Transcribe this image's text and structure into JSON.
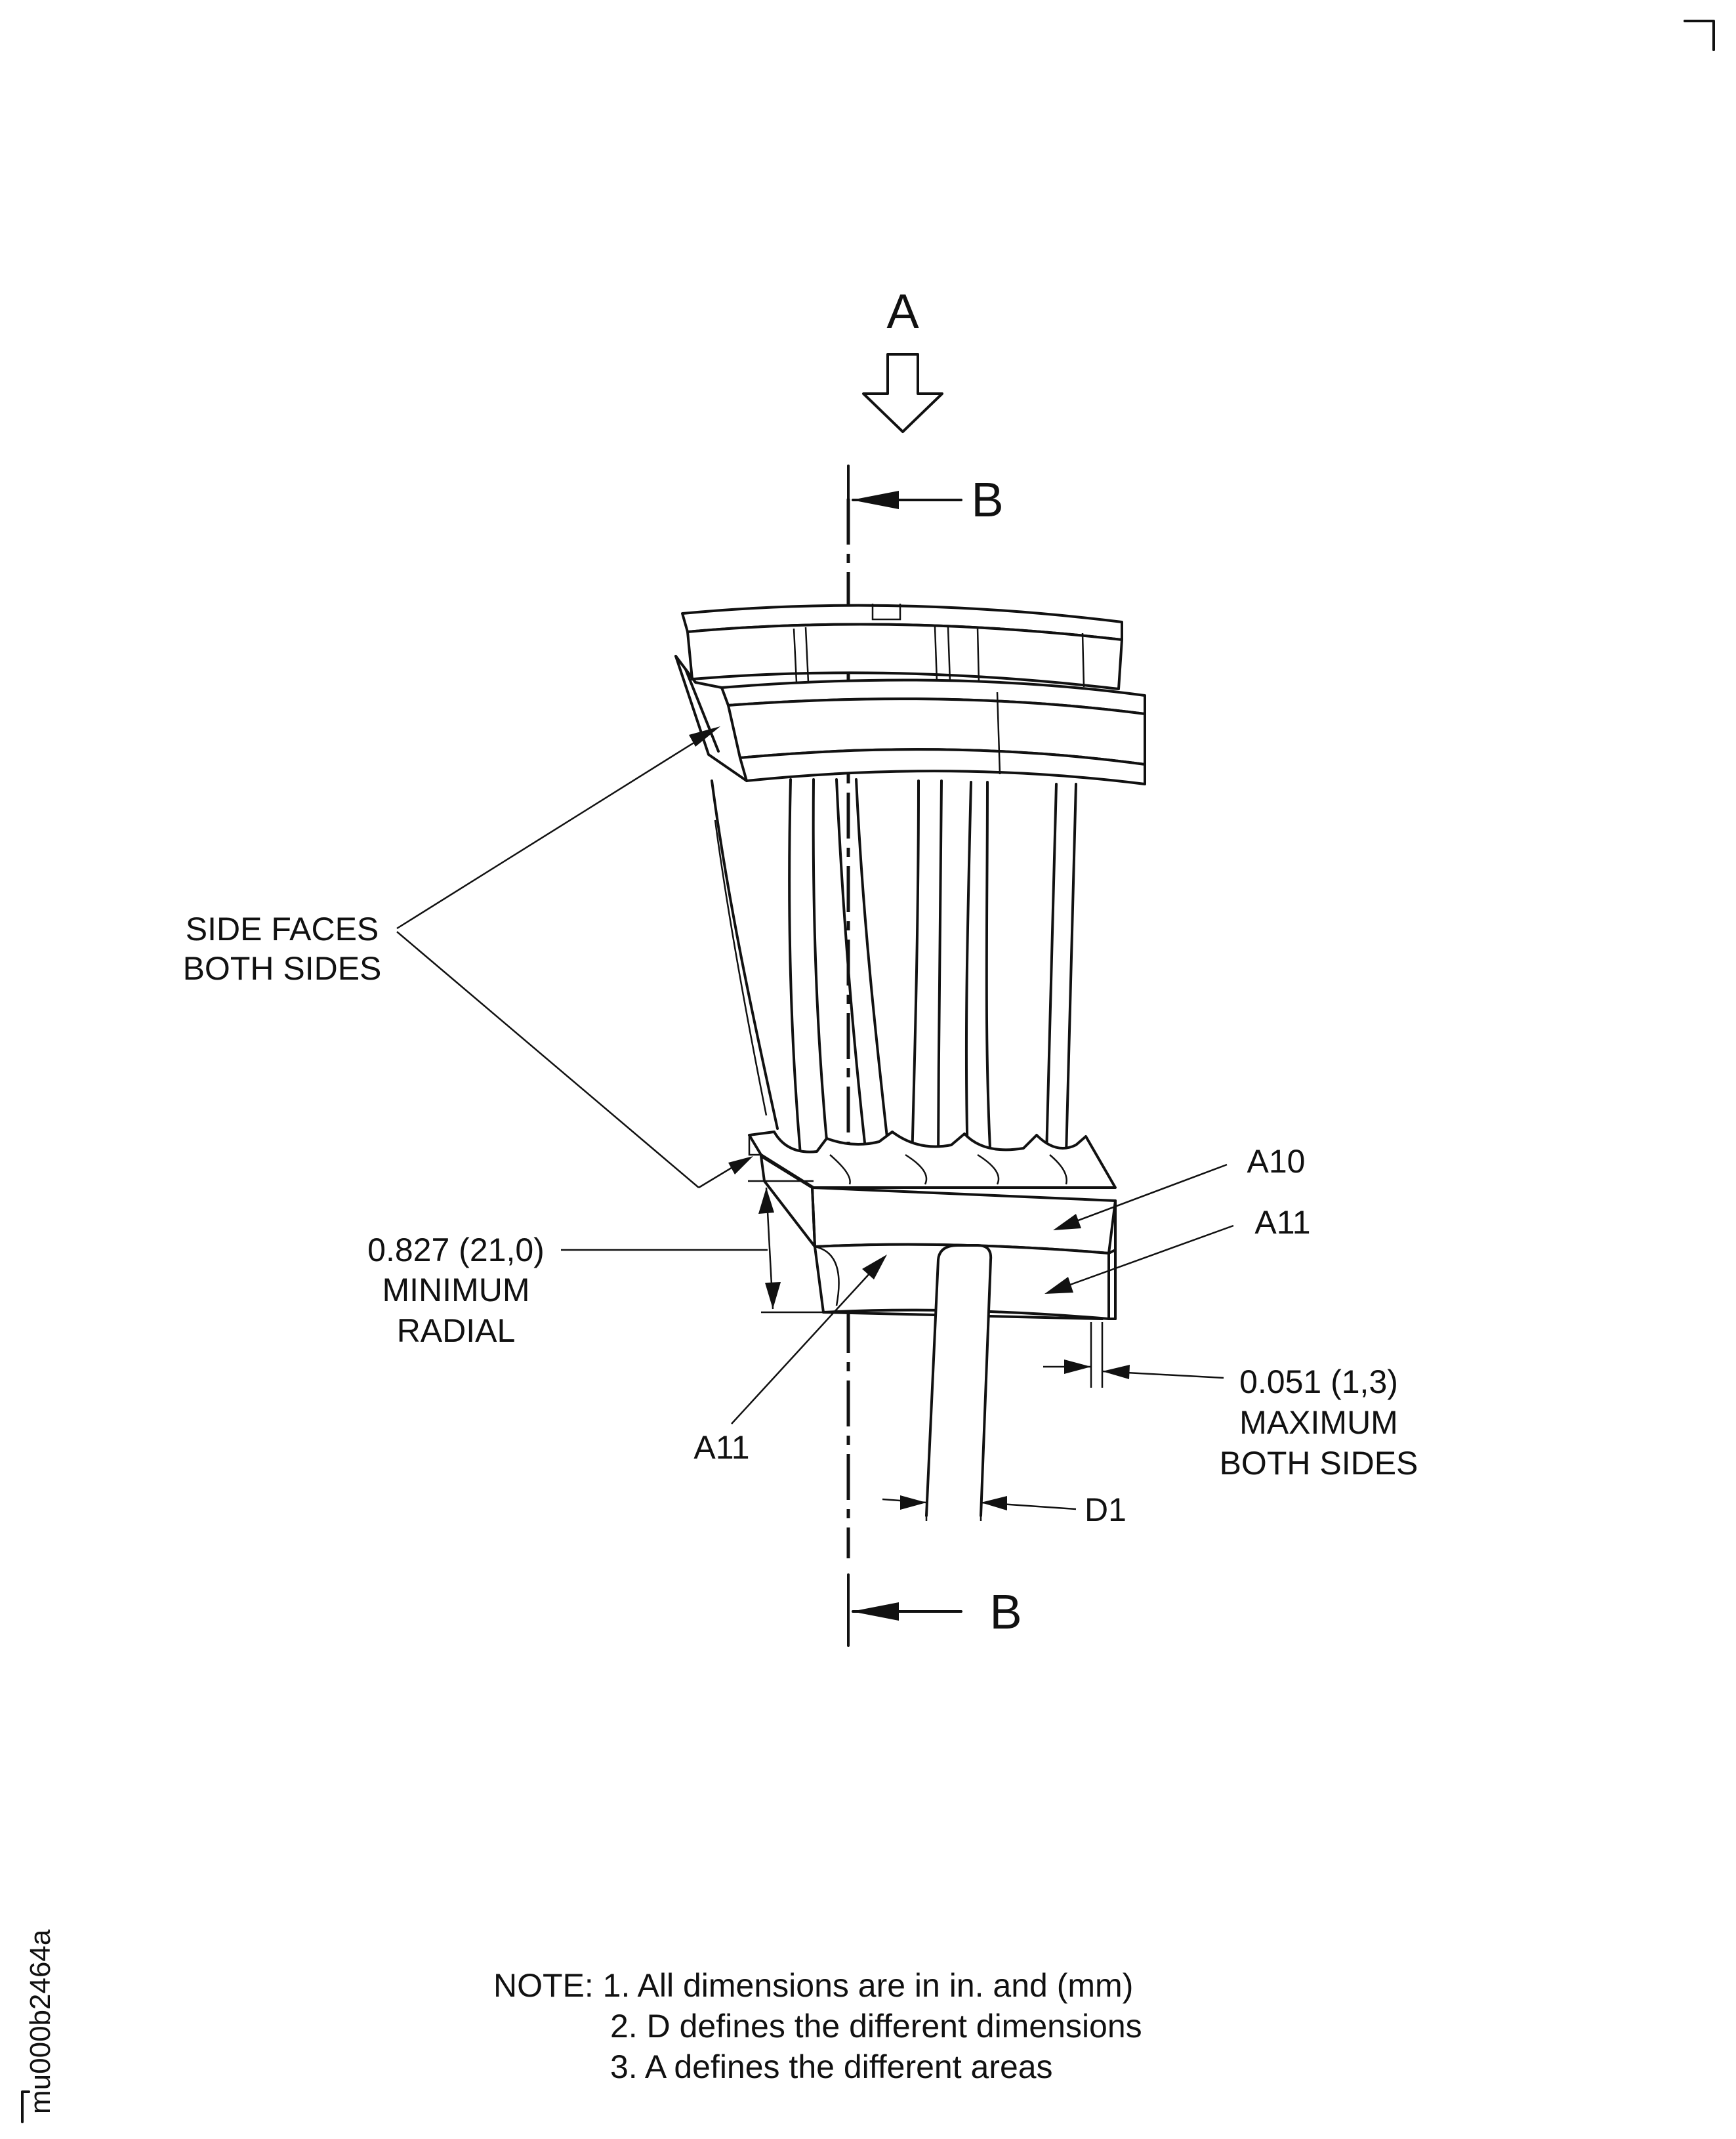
{
  "view": {
    "letter": "A"
  },
  "section": {
    "top": "B",
    "bottom": "B"
  },
  "labels": {
    "side_faces_1": "SIDE FACES",
    "side_faces_2": "BOTH SIDES",
    "a10": "A10",
    "a11_right": "A11",
    "a11_left": "A11",
    "radial_1": "0.827 (21,0)",
    "radial_2": "MINIMUM",
    "radial_3": "RADIAL",
    "max_1": "0.051 (1,3)",
    "max_2": "MAXIMUM",
    "max_3": "BOTH SIDES",
    "d1": "D1"
  },
  "notes": {
    "n1": "NOTE: 1. All dimensions are in in. and (mm)",
    "n2": "2. D defines the different dimensions",
    "n3": "3. A defines the different areas"
  },
  "figure_id": "mu000b2464a"
}
